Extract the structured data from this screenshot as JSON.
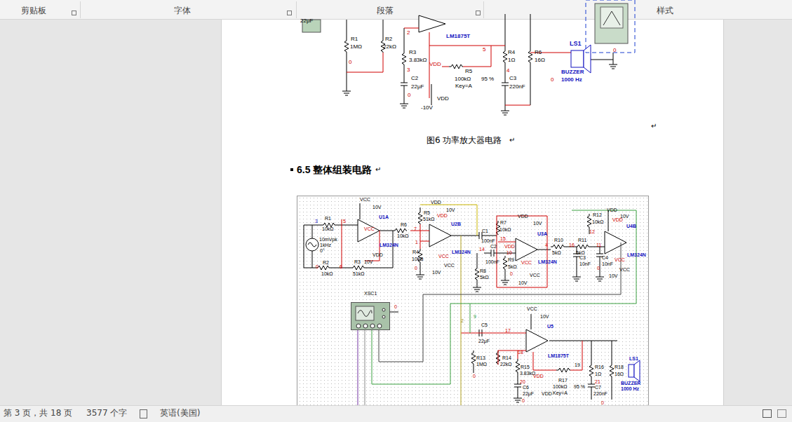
{
  "diagram": {
    "title": "6.5 整体组装电路",
    "caption": "图6 功率放大器电路",
    "nodes": [
      {
        "text": [
          "XSC1"
        ]
      }
    ],
    "labels": [
      "剪贴板",
      "字体",
      "段落",
      "样式",
      "22μF",
      "R1",
      "1MΩ",
      "R2",
      "22kΩ",
      "LM1875T",
      "2",
      "5",
      "R3",
      "3.83kΩ",
      "VDD",
      "R4",
      "1Ω",
      "R6",
      "16Ω",
      "LS1",
      "BUZZER",
      "1000 Hz",
      "0",
      "0",
      "0",
      "3",
      "R5",
      "100kΩ",
      "95 %",
      "Key=A",
      "4",
      "C2",
      "22μF",
      "C3",
      "220nF",
      "0",
      "VDD",
      "-10V",
      "↵",
      "↵",
      "↵",
      "VCC",
      "10V",
      "R1",
      "10kΩ",
      "5",
      "VCC",
      "U1A",
      "3",
      "10mVpk",
      "1kHz",
      "0°",
      "LM324N",
      "VDD",
      "R2",
      "10kΩ",
      "R3",
      "10V",
      "51kΩ",
      "0",
      "6",
      "R6",
      "10kΩ",
      "7",
      "VDD",
      "10V",
      "R5",
      "51kΩ",
      "VDD",
      "U2B",
      "1",
      "R4",
      "10kΩ",
      "LM324N",
      "VCC",
      "VCC",
      "10V",
      "0",
      "C1",
      "100nF",
      "R7",
      "10kΩ",
      "VDD",
      "10V",
      "U3A",
      "VDD",
      "15",
      "C2",
      "14",
      "100nF",
      "10",
      "R8",
      "5kΩ",
      "R9",
      "5kΩ",
      "0",
      "LM324N",
      "VCC",
      "VCC",
      "10V",
      "4",
      "R10",
      "5kΩ",
      "16",
      "R11",
      "5kΩ",
      "11",
      "C3",
      "10nF",
      "C4",
      "10nF",
      "VDD",
      "10V",
      "R12",
      "10kΩ",
      "U4B",
      "12",
      "VDD",
      "LM324N",
      "VCC",
      "VCC",
      "10V",
      "0",
      "0",
      "9",
      "2",
      "VCC",
      "10V",
      "U5",
      "C5",
      "22μF",
      "17",
      "LM1875T",
      "18",
      "R13",
      "1MΩ",
      "R14",
      "22kΩ",
      "R15",
      "3.83kΩ",
      "VDD",
      "19",
      "R16",
      "1Ω",
      "R18",
      "16Ω",
      "LS1",
      "R17",
      "100kΩ",
      "95 %",
      "Key=A",
      "0",
      "20",
      "21",
      "C6",
      "22μF",
      "C7",
      "220nF",
      "BUZZER",
      "1000 Hz",
      "0",
      "0",
      "VDD",
      "第 3 页，共 18 页",
      "3577 个字",
      "英语(美国)"
    ]
  }
}
